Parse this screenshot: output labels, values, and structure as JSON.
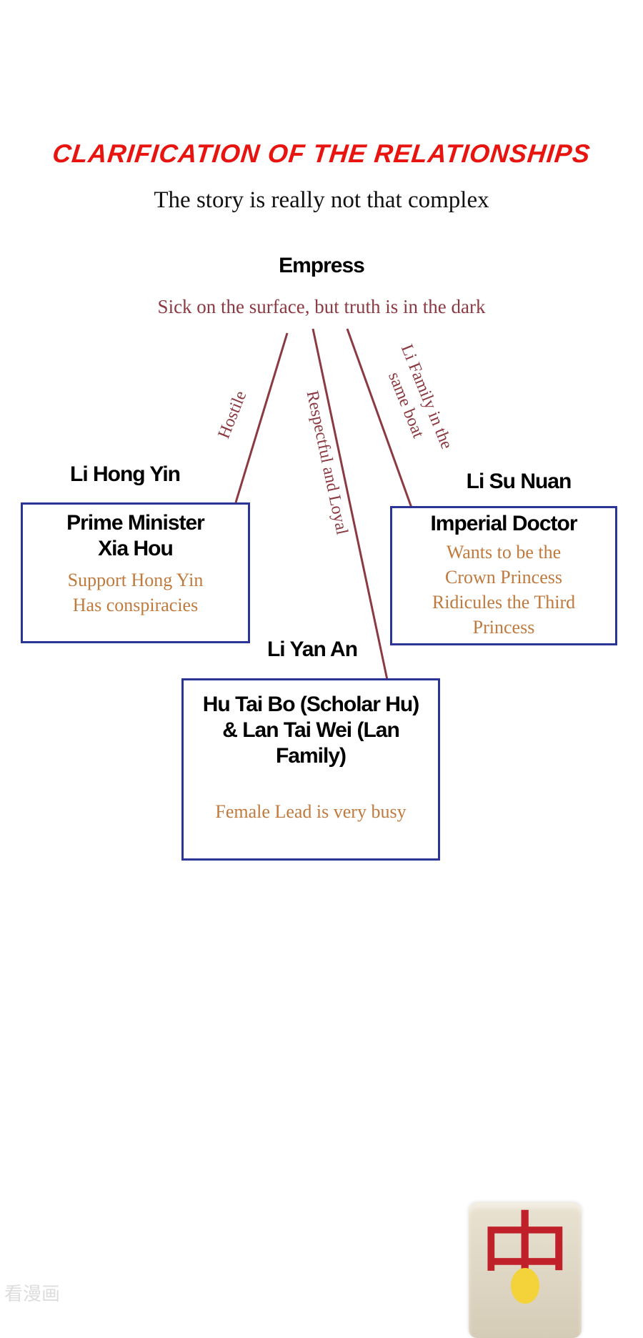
{
  "title": "CLARIFICATION OF THE RELATIONSHIPS",
  "subtitle": "The story is really not that complex",
  "center": {
    "name": "Empress",
    "note": "Sick on the surface, but truth is in the dark"
  },
  "relations": {
    "hostile": "Hostile",
    "loyal": "Respectful and Loyal",
    "same_boat_1": "Li Family in the",
    "same_boat_2": "same boat"
  },
  "nodes": {
    "left": {
      "person": "Li Hong Yin",
      "title_1": "Prime Minister",
      "title_2": "Xia Hou",
      "note_1": "Support Hong Yin",
      "note_2": "Has conspiracies"
    },
    "right": {
      "person": "Li Su Nuan",
      "title_1": "Imperial Doctor",
      "note_1": "Wants to be the",
      "note_2": "Crown Princess",
      "note_3": "Ridicules the Third",
      "note_4": "Princess"
    },
    "bottom": {
      "person": "Li Yan An",
      "title_1": "Hu Tai Bo (Scholar Hu)",
      "title_2": "& Lan Tai Wei (Lan",
      "title_3": "Family)",
      "note_1": "Female Lead is very busy"
    }
  },
  "colors": {
    "title": "#e8140f",
    "box_border": "#2a3596",
    "line": "#8b3a42",
    "note": "#c07a3e"
  },
  "tile": {
    "glyph": "中"
  },
  "watermark": "看漫画"
}
